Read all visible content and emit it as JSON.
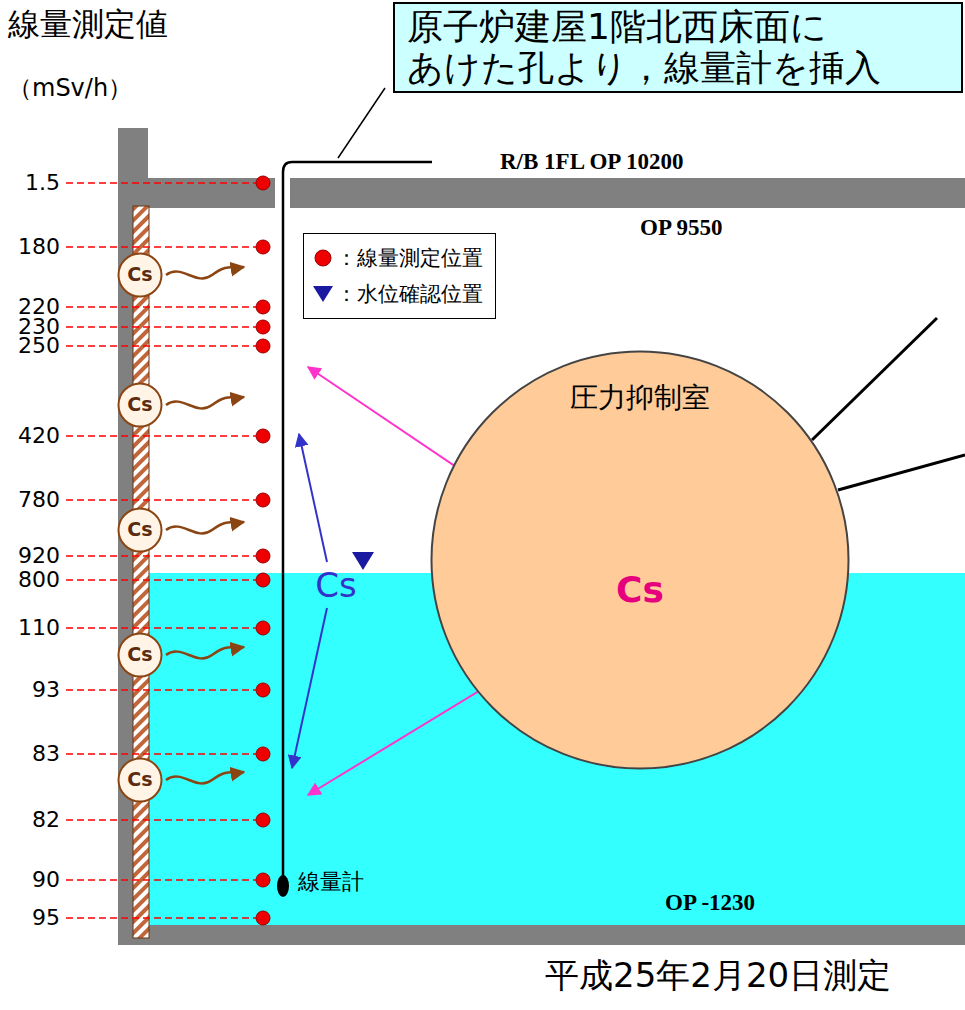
{
  "diagram": {
    "caption": "平成25年2月20日測定",
    "nodes": [
      {
        "text": [
          "原子炉建屋1階北西床面に あけた孔より，線量計を挿入"
        ]
      },
      {
        "text": [
          "圧力抑制室",
          "Cs"
        ]
      },
      {
        "text": [
          "Cs"
        ]
      },
      {
        "text": [
          "Cs"
        ]
      },
      {
        "text": [
          "Cs"
        ]
      },
      {
        "text": [
          "Cs"
        ]
      },
      {
        "text": [
          "Cs"
        ]
      }
    ],
    "labels": [
      "線量測定値",
      "（mSv/h）",
      "R/B 1FL OP 10200",
      "OP 9550",
      "1.5",
      "180",
      "220",
      "230",
      "250",
      "420",
      "780",
      "920",
      "800",
      "110",
      "93",
      "83",
      "82",
      "90",
      "95",
      "Cs",
      "線量計",
      "OP -1230"
    ],
    "legend": [
      {
        "text": "：線量測定位置"
      },
      {
        "text": "：水位確認位置"
      }
    ]
  }
}
